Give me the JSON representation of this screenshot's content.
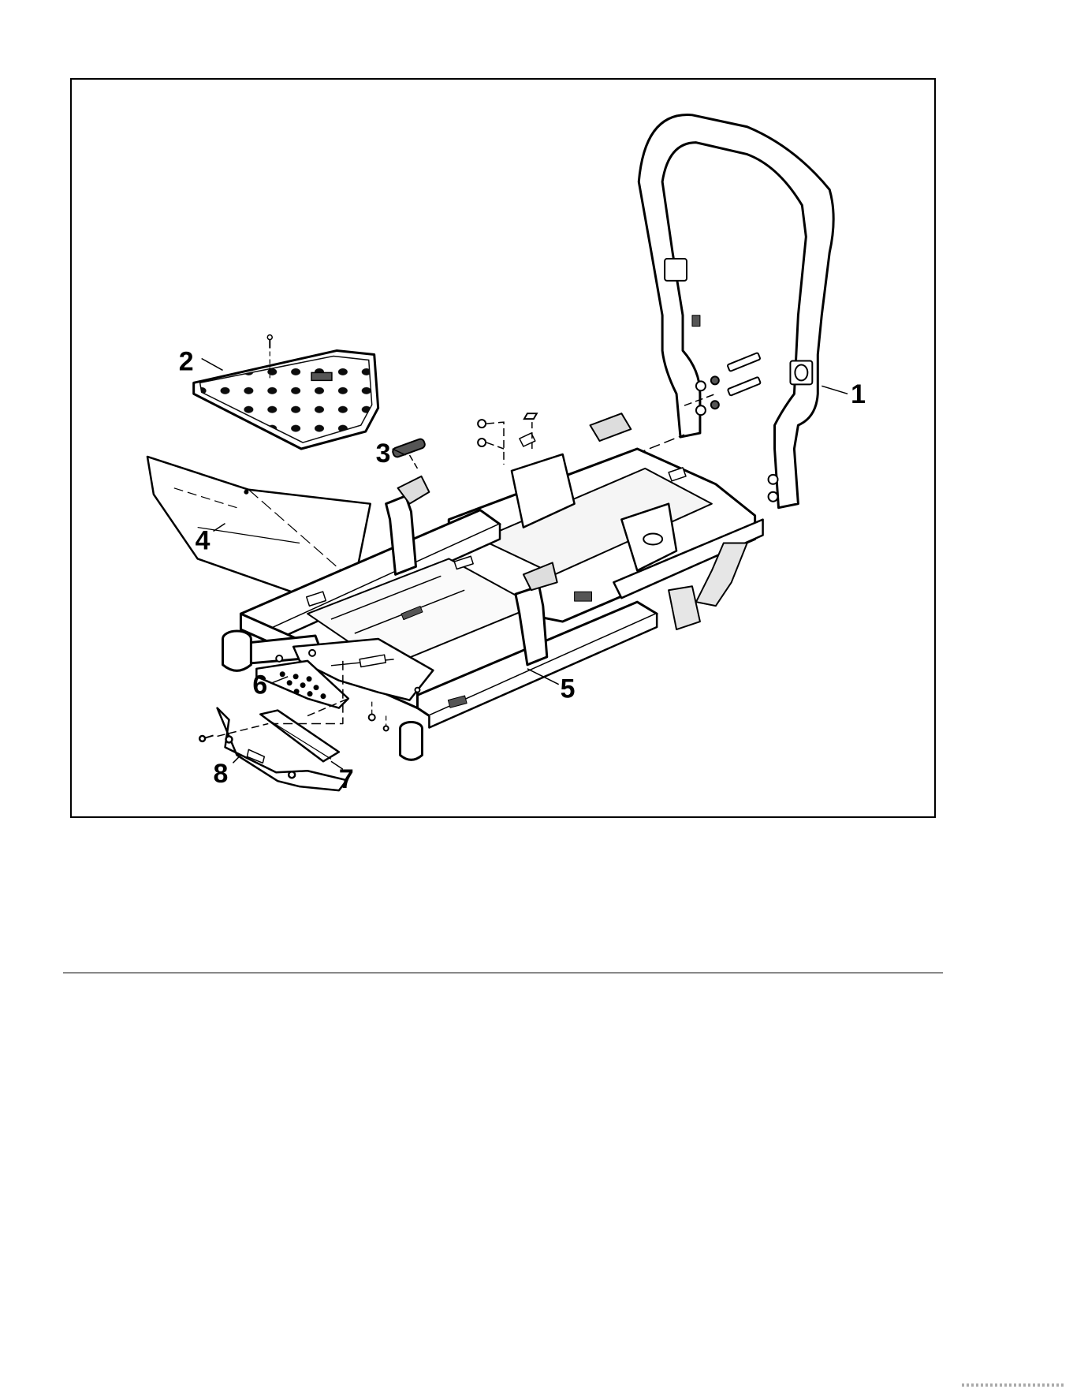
{
  "figure": {
    "callouts": [
      {
        "id": "1",
        "label": "1"
      },
      {
        "id": "2",
        "label": "2"
      },
      {
        "id": "3",
        "label": "3"
      },
      {
        "id": "4",
        "label": "4"
      },
      {
        "id": "5",
        "label": "5"
      },
      {
        "id": "6",
        "label": "6"
      },
      {
        "id": "7",
        "label": "7"
      },
      {
        "id": "8",
        "label": "8"
      }
    ],
    "colors": {
      "line": "#000000",
      "fill_light": "#ffffff",
      "fill_shade": "#d9d9d9",
      "fill_dark": "#555555"
    }
  }
}
